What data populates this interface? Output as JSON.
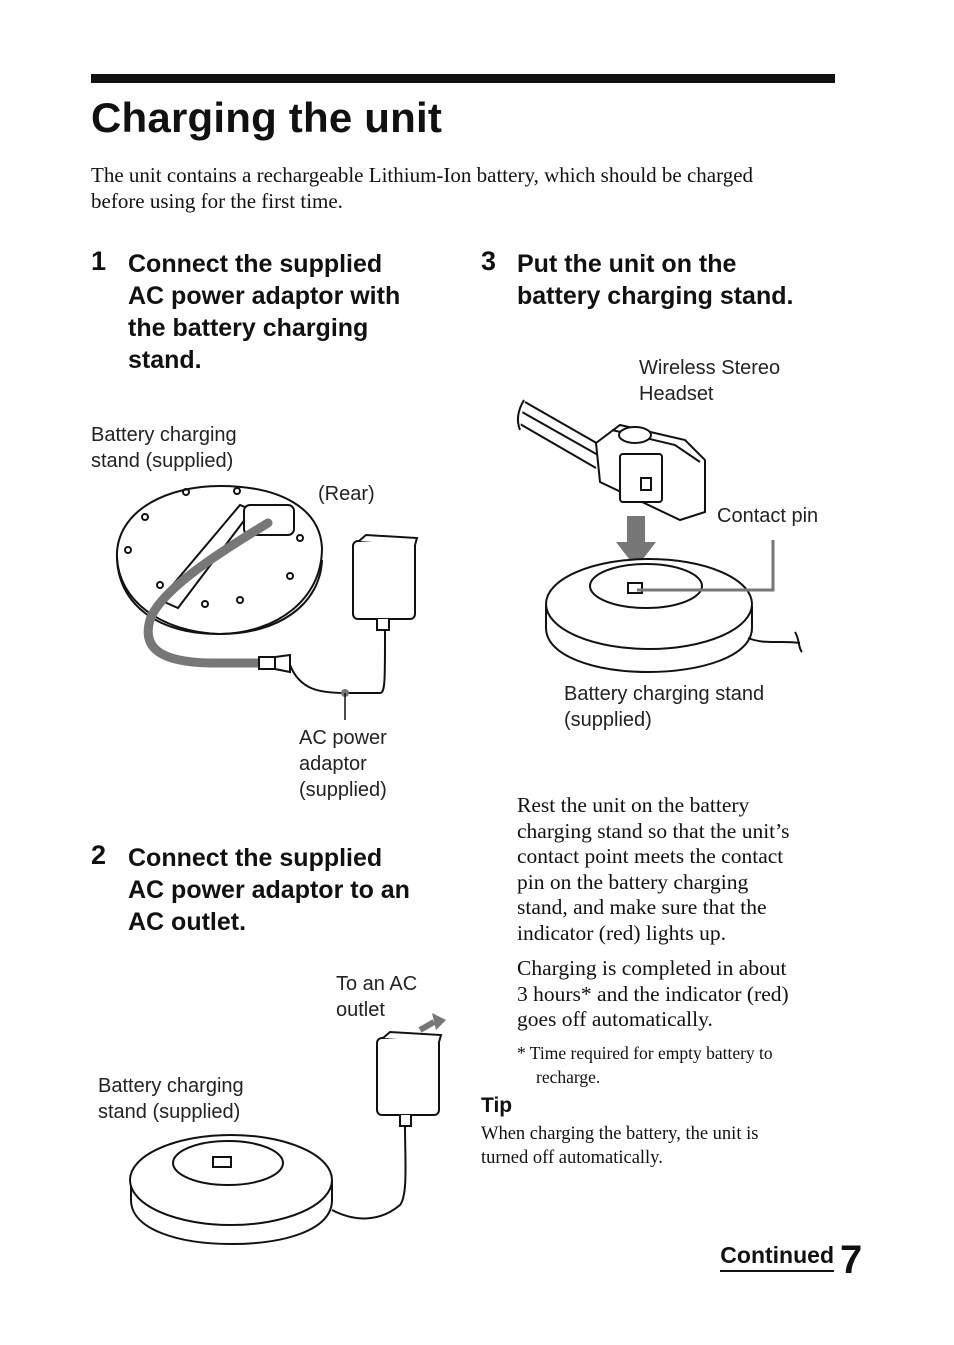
{
  "title": "Charging the unit",
  "intro": "The unit contains a rechargeable Lithium-Ion battery, which should be charged before using for the first time.",
  "steps": [
    {
      "num": "1",
      "line1": "Connect the supplied",
      "line2": "AC power adaptor with",
      "line3": "the battery charging",
      "line4": "stand."
    },
    {
      "num": "2",
      "line1": "Connect the supplied",
      "line2": "AC power adaptor to an",
      "line3": "AC outlet."
    },
    {
      "num": "3",
      "line1": "Put the unit on the",
      "line2": "battery charging stand."
    }
  ],
  "fig1": {
    "stand_label_1": "Battery charging",
    "stand_label_2": "stand (supplied)",
    "rear": "(Rear)",
    "adaptor_1": "AC power",
    "adaptor_2": "adaptor",
    "adaptor_3": "(supplied)"
  },
  "fig2": {
    "outlet_1": "To an AC",
    "outlet_2": "outlet",
    "stand_label_1": "Battery charging",
    "stand_label_2": "stand (supplied)"
  },
  "fig3": {
    "headset_1": "Wireless Stereo",
    "headset_2": "Headset",
    "contact_pin": "Contact pin",
    "stand_label_1": "Battery charging stand",
    "stand_label_2": "(supplied)"
  },
  "step3_body": [
    "Rest the unit on the battery",
    "charging stand so that the unit’s",
    "contact point meets the contact",
    "pin on the battery charging",
    "stand, and make sure that the",
    "indicator (red) lights up."
  ],
  "step3_body2": [
    "Charging is completed in about",
    "3 hours* and the indicator (red)",
    "goes off automatically."
  ],
  "footnote_1": "* Time required for empty battery to",
  "footnote_2": "recharge.",
  "tip_heading": "Tip",
  "tip_1": "When charging the battery, the unit is",
  "tip_2": "turned off automatically.",
  "continued": "Continued",
  "page_number": "7"
}
